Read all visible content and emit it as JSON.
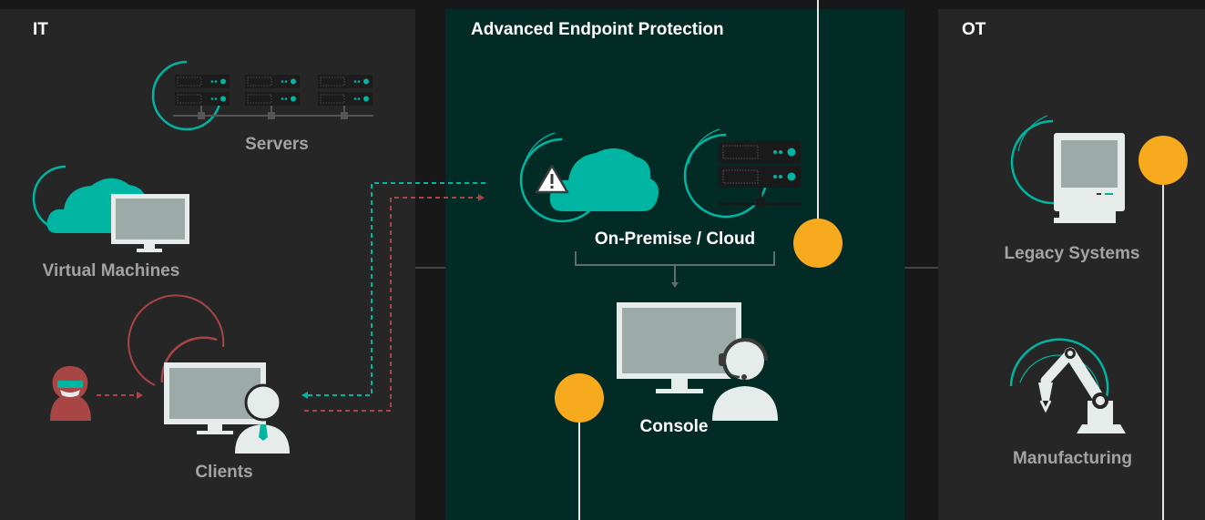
{
  "panels": {
    "it": {
      "title": "IT"
    },
    "aep": {
      "title": "Advanced Endpoint Protection"
    },
    "ot": {
      "title": "OT"
    }
  },
  "labels": {
    "servers": "Servers",
    "virtual_machines": "Virtual Machines",
    "clients": "Clients",
    "on_premise_cloud": "On-Premise / Cloud",
    "console": "Console",
    "legacy_systems": "Legacy Systems",
    "manufacturing": "Manufacturing"
  },
  "colors": {
    "background": "#181818",
    "panel_dark": "#262626",
    "panel_green": "#032b26",
    "teal": "#00b5a2",
    "threat_red": "#a84646",
    "accent_orange": "#f8aa1f",
    "screen_gray": "#9daba8"
  }
}
